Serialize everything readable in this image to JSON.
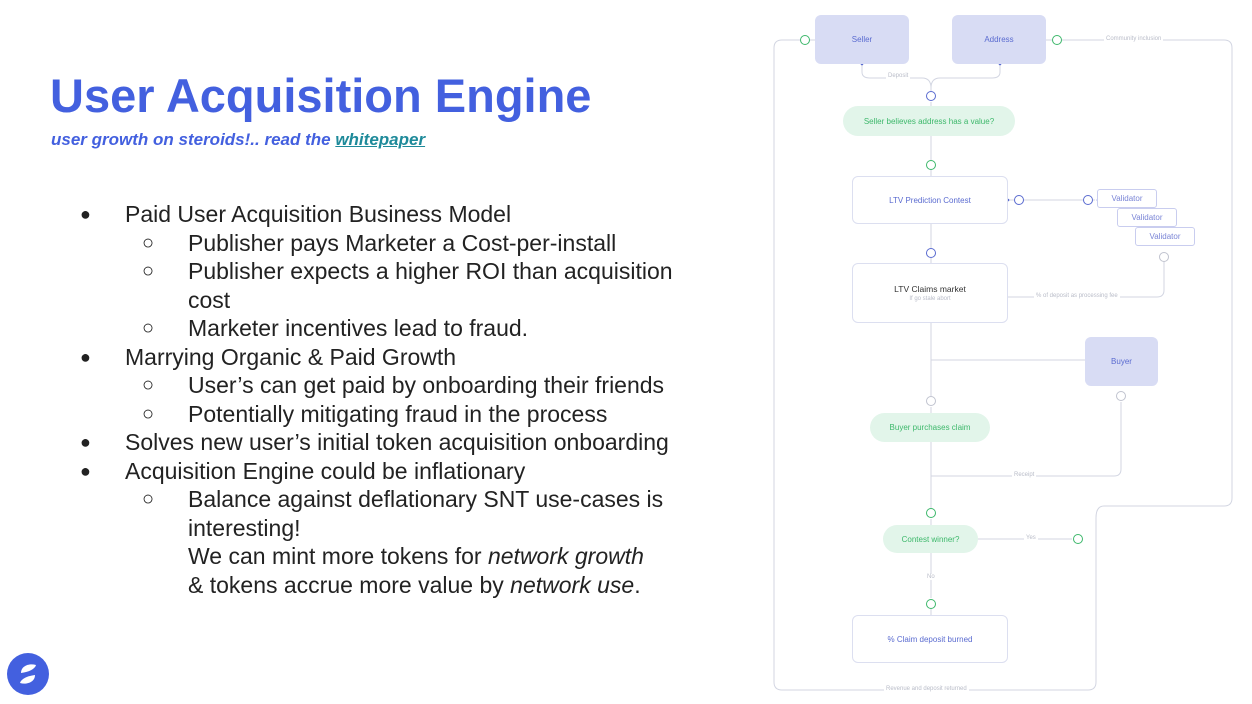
{
  "slide": {
    "title": "User Acquisition Engine",
    "subtitle_prefix": "user growth on steroids!.. read the ",
    "subtitle_link": "whitepaper"
  },
  "bullets": {
    "b1": "Paid User Acquisition Business Model",
    "b1_s1": "Publisher pays Marketer a Cost-per-install",
    "b1_s2a": "Publisher expects a higher ROI than acquisition",
    "b1_s2b": "cost",
    "b1_s3": "Marketer incentives lead to fraud.",
    "b2": "Marrying Organic & Paid Growth",
    "b2_s1": "User’s can get paid by onboarding their friends",
    "b2_s2": "Potentially mitigating fraud in the process",
    "b3": "Solves new user’s initial token acquisition onboarding",
    "b4": "Acquisition Engine could be inflationary",
    "b4_s1a": "Balance against deflationary SNT use-cases is",
    "b4_s1b": "interesting!",
    "b4_s1c_pre": "We can mint more tokens for ",
    "b4_s1c_em": "network growth",
    "b4_s1d_pre": "& tokens accrue more value by ",
    "b4_s1d_em": "network use",
    "b4_s1d_post": "."
  },
  "diagram": {
    "seller": "Seller",
    "address": "Address",
    "community_inclusion": "Community inclusion",
    "deposit": "Deposit",
    "believes": "Seller believes address has a value?",
    "ltv_contest": "LTV Prediction Contest",
    "validator": "Validator",
    "ltv_claims": "LTV Claims market",
    "ltv_claims_sub": "If go stale abort",
    "processing_fee": "% of deposit as processing fee",
    "buyer": "Buyer",
    "buyer_purchases": "Buyer purchases claim",
    "receipt": "Receipt",
    "contest_winner": "Contest winner?",
    "yes": "Yes",
    "no": "No",
    "claim_burned": "% Claim deposit burned",
    "revenue_returned": "Revenue and deposit returned"
  },
  "colors": {
    "title": "#4360df",
    "link": "#1e8a9a",
    "node_purple": "#d8dcf4",
    "node_green": "#e2f5ea",
    "line": "#d0d3e0"
  }
}
